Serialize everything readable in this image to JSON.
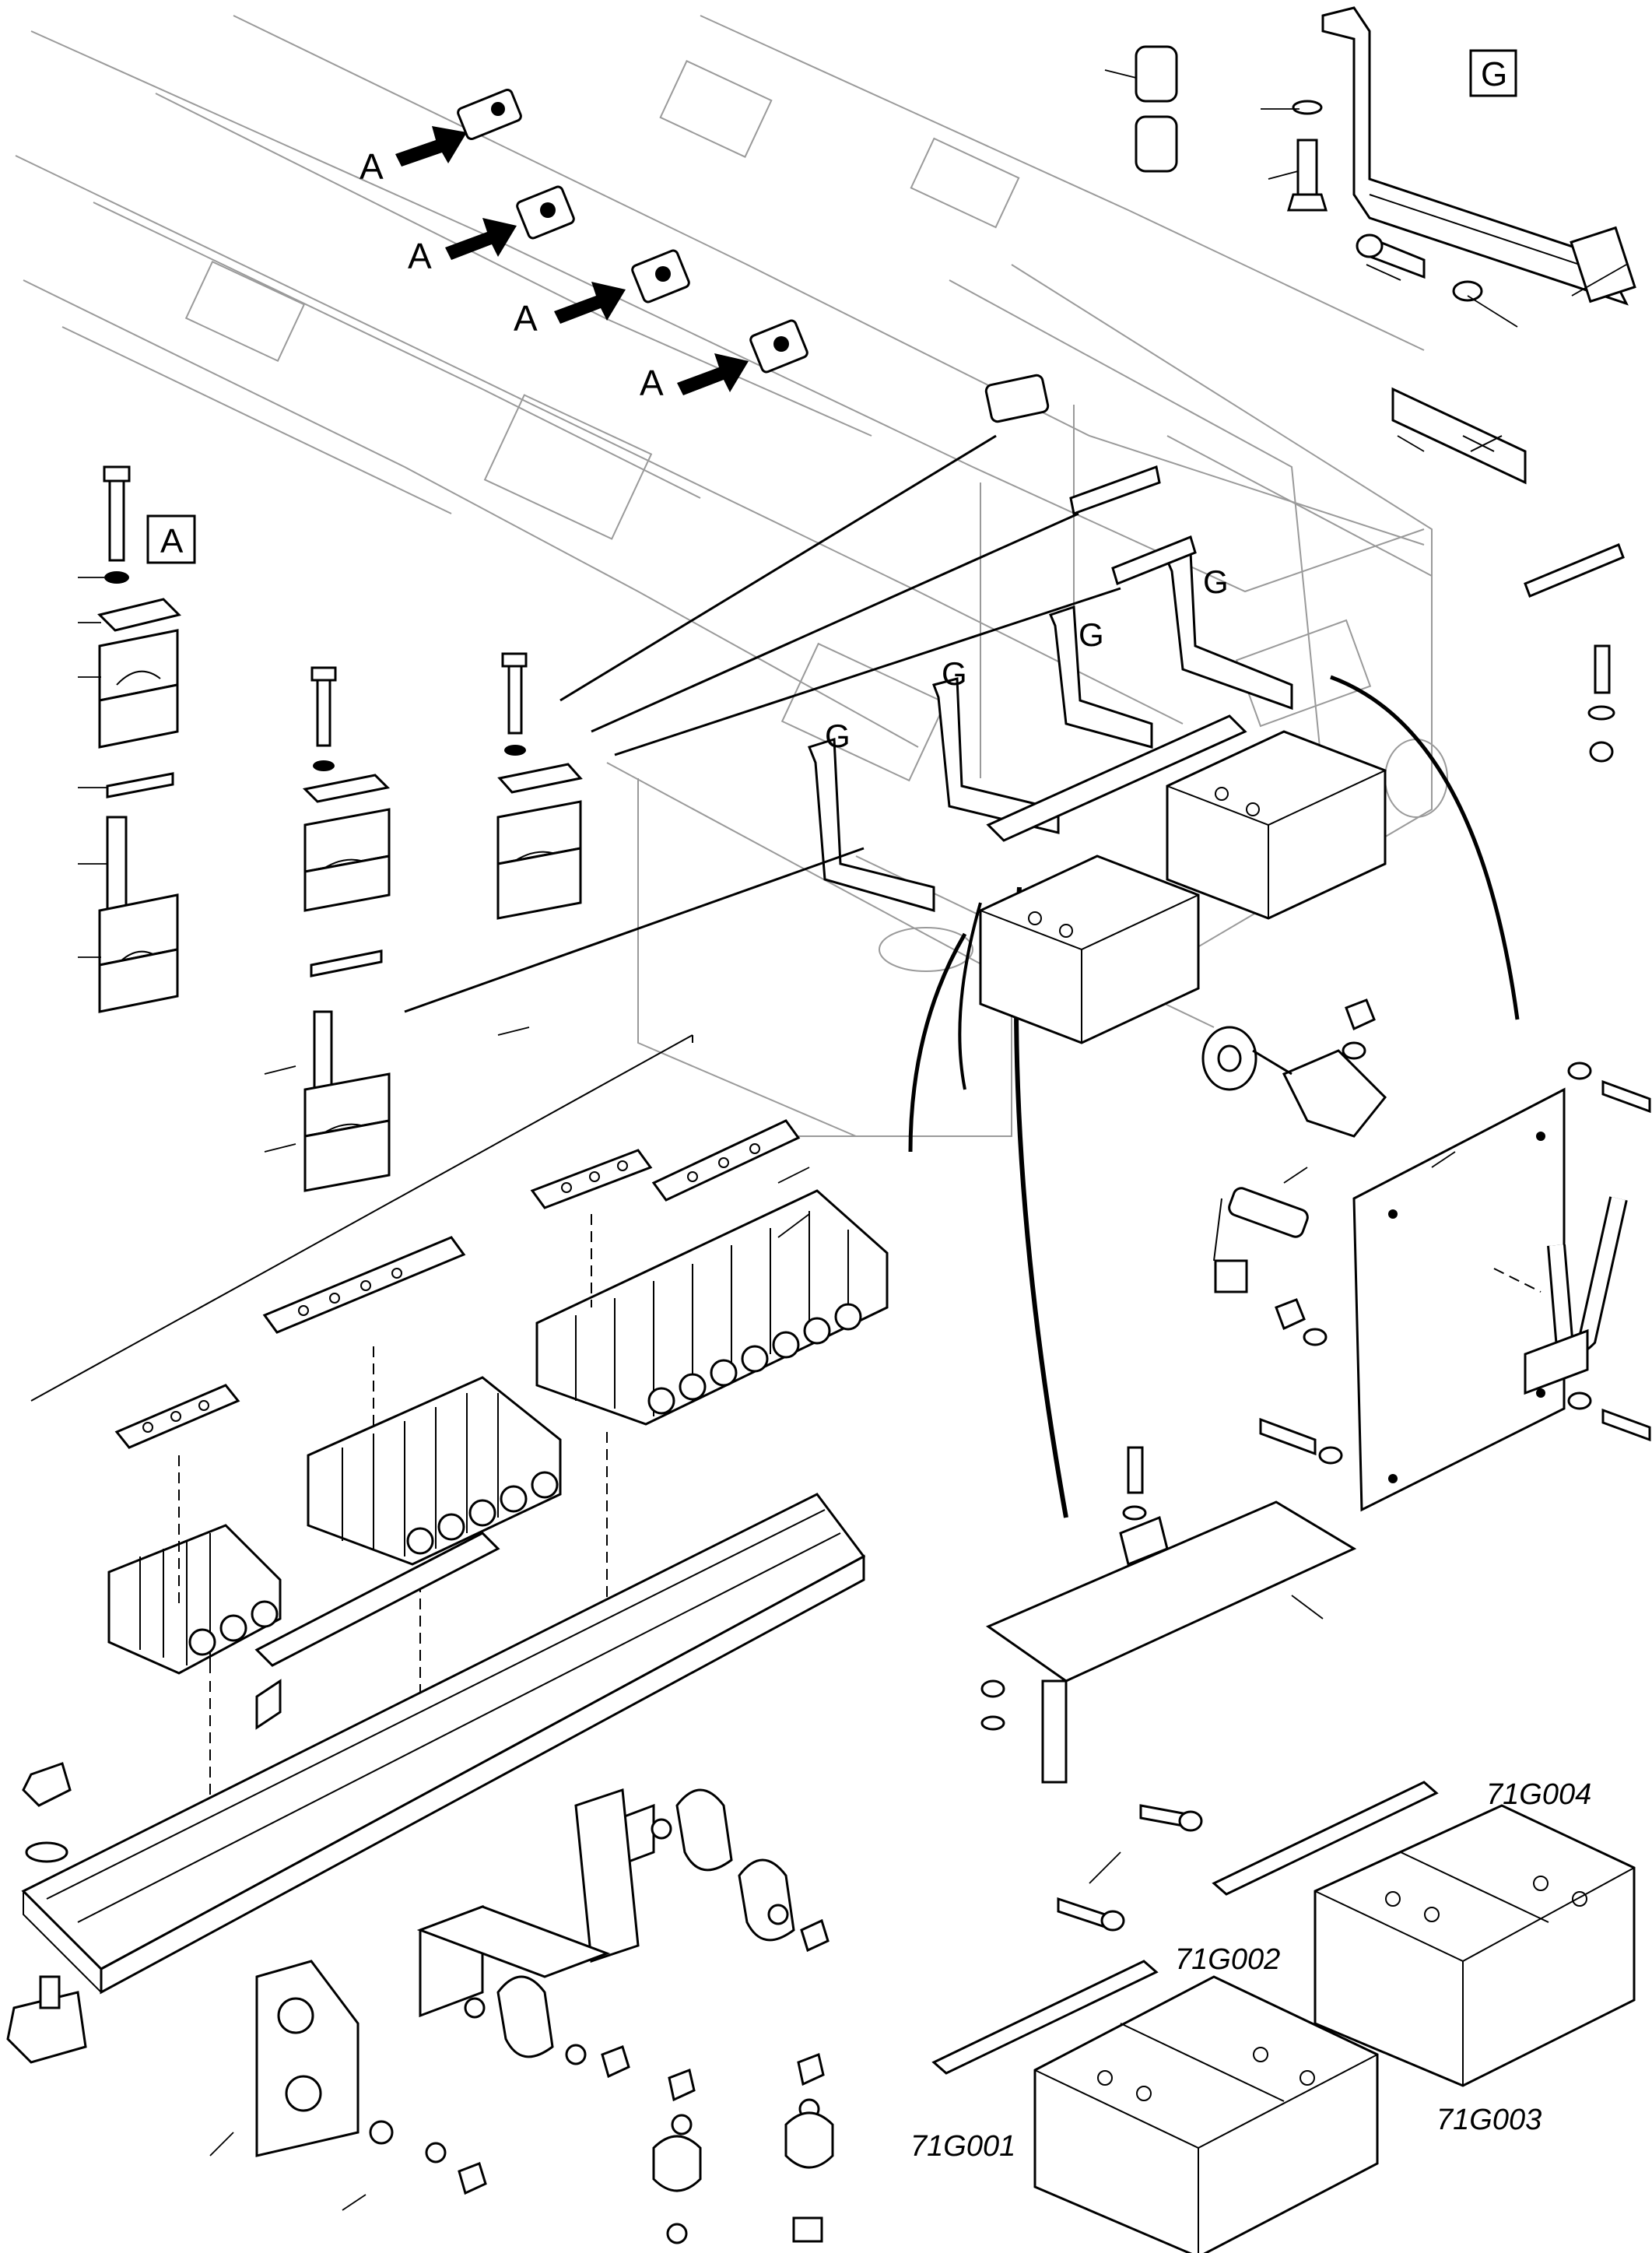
{
  "labels": {
    "box_a": "A",
    "box_g": "G",
    "arrow_a": "A",
    "g_marker": "G"
  },
  "battery_codes": {
    "g001": "71G001",
    "g002": "71G002",
    "g003": "71G003",
    "g004": "71G004"
  },
  "colors": {
    "line": "#000000",
    "frame": "#9a9a9a",
    "background": "#ffffff"
  }
}
